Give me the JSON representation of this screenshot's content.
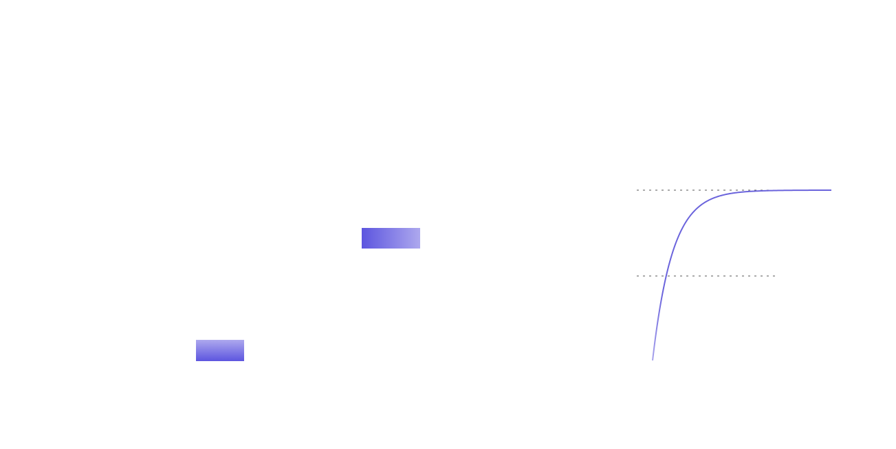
{
  "colors": {
    "background": "#ffffff",
    "accent_dark": "#5c55df",
    "accent_light": "#ada8ee",
    "curve": "#6a63dc",
    "curve_start": "#a7a2ec",
    "guide_line": "#555555"
  },
  "swatches": [
    {
      "name": "horizontal-gradient-swatch",
      "gradient_direction": "to right",
      "from": "#5c55df",
      "to": "#ada8ee"
    },
    {
      "name": "vertical-gradient-swatch",
      "gradient_direction": "to top",
      "from": "#5c55df",
      "to": "#ada8ee"
    }
  ],
  "easing_curve": {
    "shape": "exponential-ease-out",
    "guide_lines": [
      "end-level",
      "midpoint-level"
    ],
    "guide_style": "dotted"
  }
}
